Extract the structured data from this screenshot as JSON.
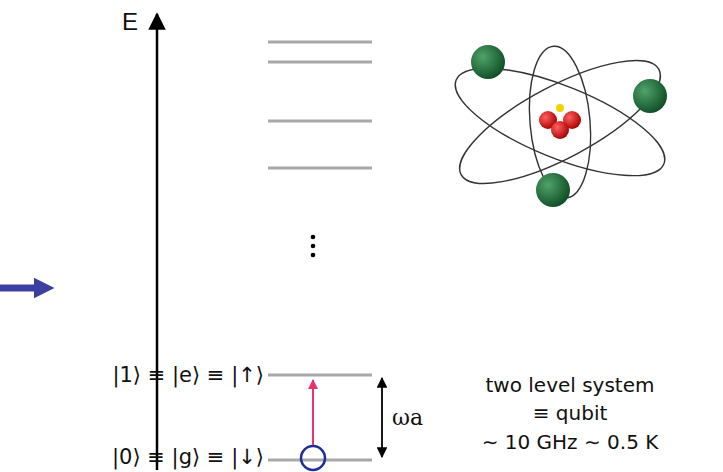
{
  "diagram": {
    "labels": [
      "E",
      "|1⟩ ≡ |e⟩ ≡ |↑⟩",
      "|0⟩ ≡ |g⟩ ≡ |↓⟩",
      "ωa",
      "two level system",
      "≡ qubit",
      "∼ 10 GHz ∼ 0.5 K"
    ]
  }
}
